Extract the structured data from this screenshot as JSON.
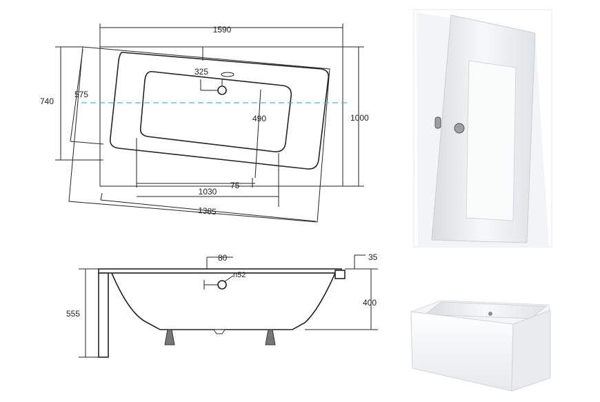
{
  "top_view": {
    "overall_width": "1590",
    "overall_depth": "1000",
    "tilted_width": "740",
    "tilted_inner": "575",
    "drain_offset": "325",
    "inner_depth": "490",
    "bottom_length": "1030",
    "bottom_offset": "75",
    "tilted_length": "1385"
  },
  "side_view": {
    "total_height": "555",
    "rim_height": "400",
    "overflow_offset": "80",
    "rim_thickness": "35",
    "overflow_diameter": "n52"
  },
  "colors": {
    "centerline": "#4ab3d6",
    "outline": "#222222"
  }
}
